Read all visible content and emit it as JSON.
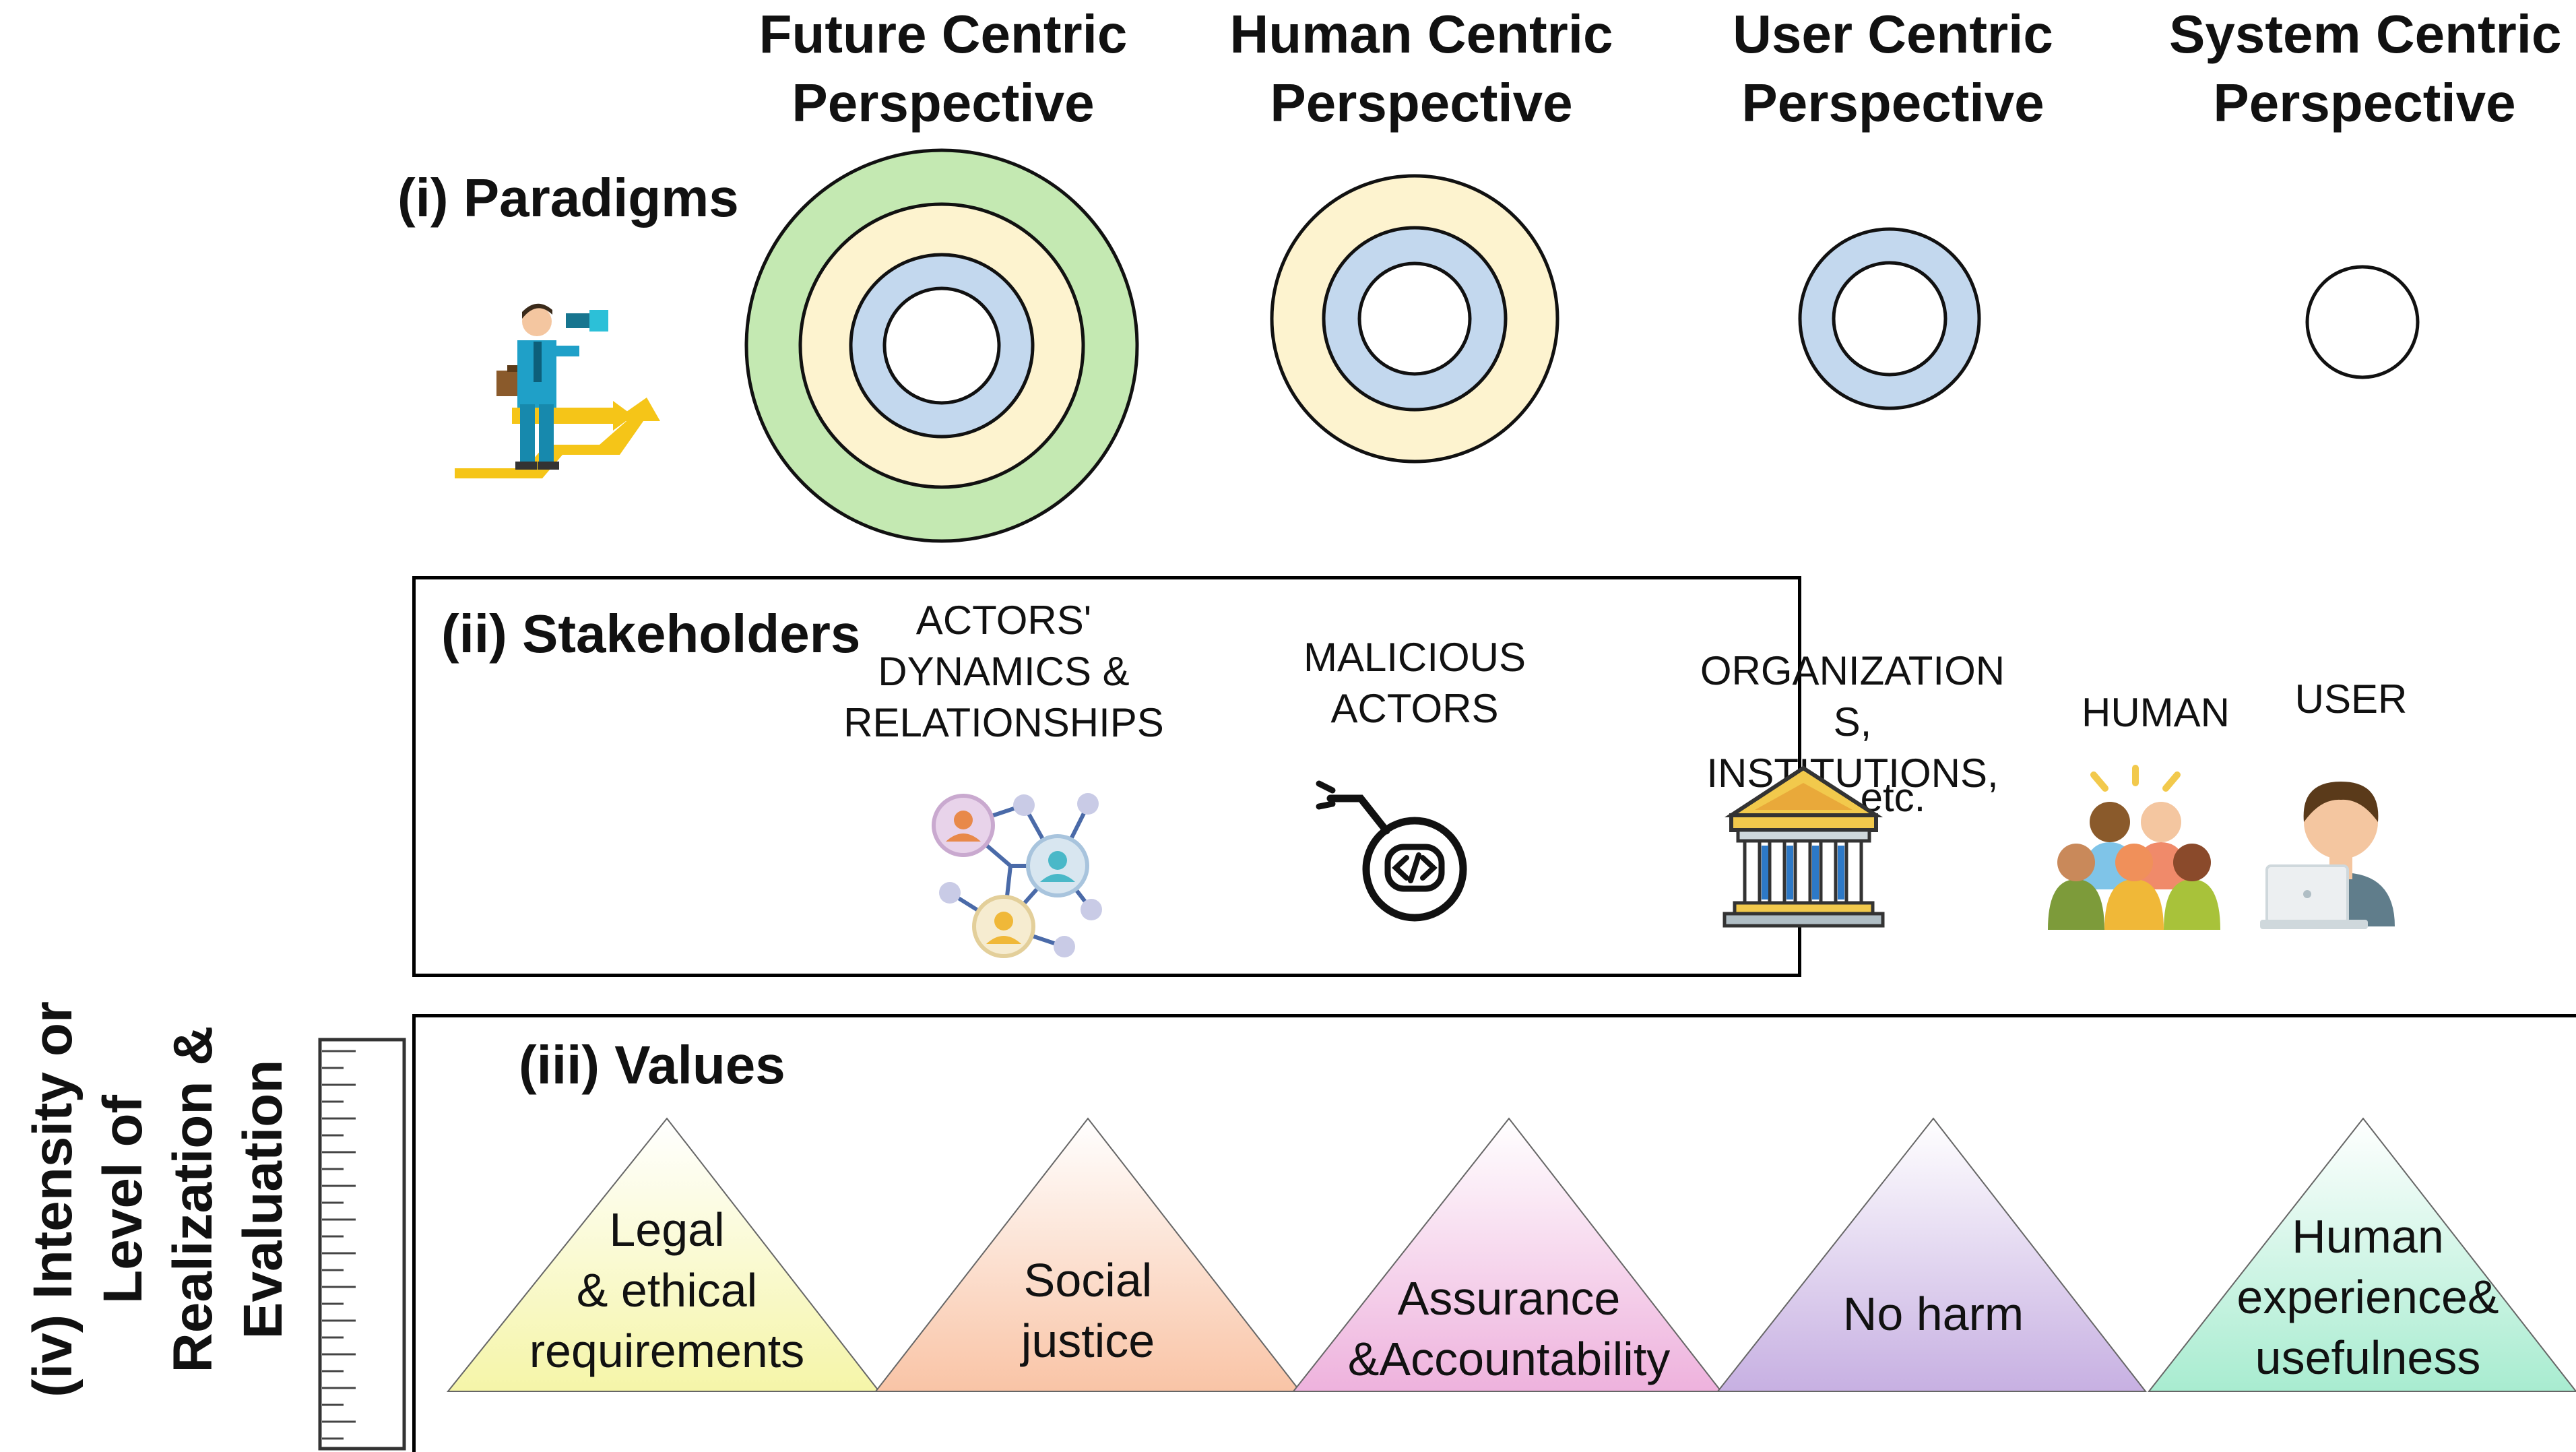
{
  "perspectives": [
    {
      "line1": "Future Centric",
      "line2": "Perspective"
    },
    {
      "line1": "Human Centric",
      "line2": "Perspective"
    },
    {
      "line1": "User Centric",
      "line2": "Perspective"
    },
    {
      "line1": "System Centric",
      "line2": "Perspective"
    }
  ],
  "sections": {
    "paradigms": "(i) Paradigms",
    "stakeholders": "(ii) Stakeholders",
    "values": "(iii) Values",
    "intensity": [
      "(iv) Intensity or",
      "Level of",
      "Realization &",
      "Evaluation"
    ]
  },
  "stakeholders": [
    {
      "lines": [
        "ACTORS'",
        "DYNAMICS &",
        "RELATIONSHIPS"
      ],
      "icon": "network-icon"
    },
    {
      "lines": [
        "MALICIOUS",
        "ACTORS"
      ],
      "icon": "code-bomb-icon"
    },
    {
      "lines": [
        "ORGANIZATION",
        "S,",
        "INSTITUTIONS,",
        "etc."
      ],
      "icon": "institution-icon"
    },
    {
      "lines": [
        "HUMAN"
      ],
      "icon": "people-group-icon"
    },
    {
      "lines": [
        "USER"
      ],
      "icon": "user-laptop-icon"
    }
  ],
  "values": [
    {
      "lines": [
        "Legal",
        "& ethical",
        "requirements"
      ],
      "color": "#f5f5a8"
    },
    {
      "lines": [
        "Social",
        "justice"
      ],
      "color": "#f9c4a6"
    },
    {
      "lines": [
        "Assurance",
        "&Accountability"
      ],
      "color": "#eeb2dd"
    },
    {
      "lines": [
        "No harm"
      ],
      "color": "#c7b0e2"
    },
    {
      "lines": [
        "Human",
        "experience&",
        "usefulness"
      ],
      "color": "#a8ecd0"
    }
  ],
  "colors": {
    "ring_green": "#c4e9b2",
    "ring_cream": "#fdf3cf",
    "ring_blue": "#c3d8ee"
  }
}
